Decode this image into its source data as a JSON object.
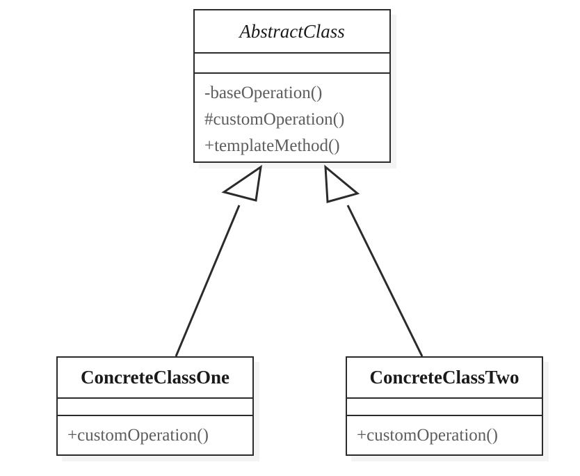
{
  "diagram": {
    "kind": "uml-class-diagram",
    "background_color": "#ffffff",
    "line_color": "#2b2b2b",
    "operation_text_color": "#5d5d5d",
    "class_name_color": "#1a1a1a",
    "classes": [
      {
        "id": "abstract-class",
        "name": "AbstractClass",
        "stereotype_style": "italic",
        "attributes": [],
        "operations": [
          {
            "visibility": "-",
            "label": "-baseOperation()"
          },
          {
            "visibility": "#",
            "label": "#customOperation()"
          },
          {
            "visibility": "+",
            "label": "+templateMethod()"
          }
        ]
      },
      {
        "id": "concrete-class-one",
        "name": "ConcreteClassOne",
        "stereotype_style": "bold",
        "attributes": [],
        "operations": [
          {
            "visibility": "+",
            "label": "+customOperation()"
          }
        ]
      },
      {
        "id": "concrete-class-two",
        "name": "ConcreteClassTwo",
        "stereotype_style": "bold",
        "attributes": [],
        "operations": [
          {
            "visibility": "+",
            "label": "+customOperation()"
          }
        ]
      }
    ],
    "relationships": [
      {
        "type": "generalization",
        "from": "ConcreteClassOne",
        "to": "AbstractClass",
        "arrowhead": "hollow-triangle"
      },
      {
        "type": "generalization",
        "from": "ConcreteClassTwo",
        "to": "AbstractClass",
        "arrowhead": "hollow-triangle"
      }
    ]
  }
}
